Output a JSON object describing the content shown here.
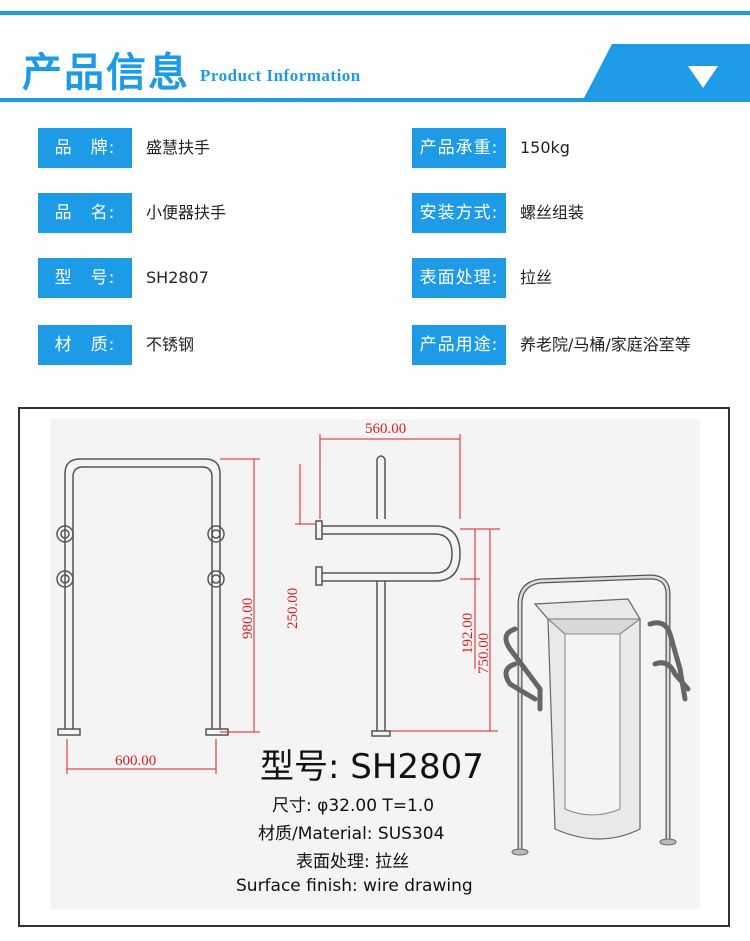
{
  "header": {
    "title_cn": "产品信息",
    "title_en": "Product  Information",
    "accent_color": "#1e9be6",
    "dropdown_icon": "chevron-down-icon"
  },
  "specs_left": [
    {
      "label": "品　牌:",
      "value": "盛慧扶手"
    },
    {
      "label": "品　名:",
      "value": "小便器扶手"
    },
    {
      "label": "型　号:",
      "value": "SH2807"
    },
    {
      "label": "材　质:",
      "value": "不锈钢"
    }
  ],
  "specs_right": [
    {
      "label": "产品承重:",
      "value": "150kg"
    },
    {
      "label": "安装方式:",
      "value": "螺丝组装"
    },
    {
      "label": "表面处理:",
      "value": "拉丝"
    },
    {
      "label": "产品用途:",
      "value": "养老院/马桶/家庭浴室等"
    }
  ],
  "drawing": {
    "dim_width_front": "600.00",
    "dim_height_front": "980.00",
    "dim_depth_top": "560.00",
    "dim_side_250": "250.00",
    "dim_side_192": "192.00",
    "dim_side_750": "750.00",
    "dimension_color": "#e01e1e",
    "model": "型号: SH2807",
    "size": "尺寸: φ32.00 T=1.0",
    "material": "材质/Material: SUS304",
    "surface": "表面处理: 拉丝",
    "surface_en": "Surface finish: wire drawing"
  }
}
